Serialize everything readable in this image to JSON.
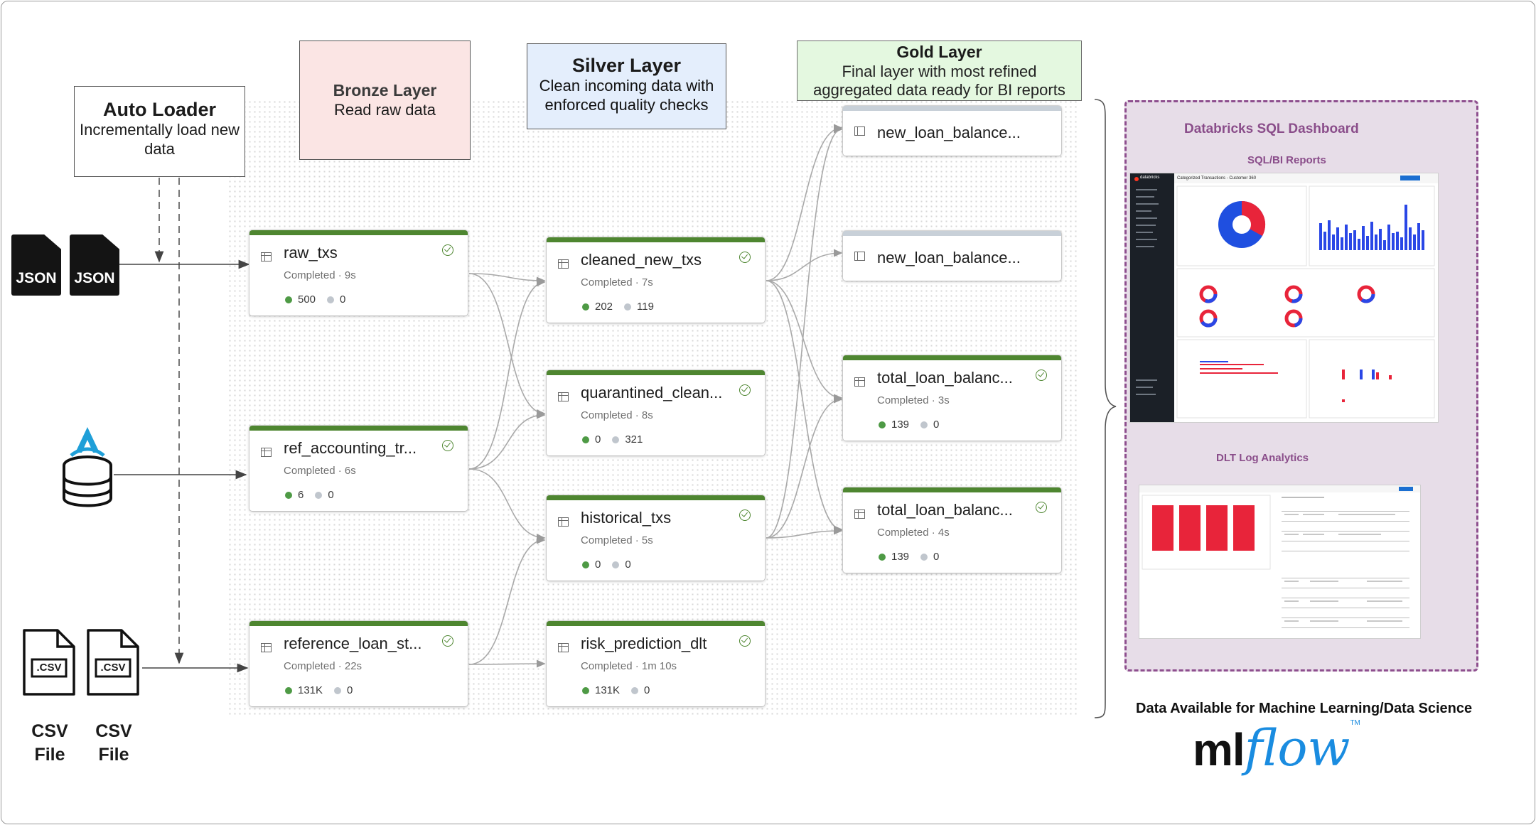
{
  "callouts": {
    "auto_loader": {
      "title": "Auto Loader",
      "subtitle": "Incrementally load new data"
    },
    "bronze": {
      "title": "Bronze Layer",
      "subtitle": "Read raw data"
    },
    "silver": {
      "title": "Silver Layer",
      "subtitle": "Clean incoming data with enforced quality checks"
    },
    "gold": {
      "title": "Gold Layer",
      "subtitle": "Final layer with most refined aggregated data ready for BI reports"
    }
  },
  "sources": {
    "json_label": "JSON",
    "csv_badge": ".CSV",
    "csv_label": "CSV File"
  },
  "nodes": {
    "raw_txs": {
      "name": "raw_txs",
      "status": "Completed · 9s",
      "passed": "500",
      "failed": "0"
    },
    "ref_accounting": {
      "name": "ref_accounting_tr...",
      "status": "Completed · 6s",
      "passed": "6",
      "failed": "0"
    },
    "reference_loan": {
      "name": "reference_loan_st...",
      "status": "Completed · 22s",
      "passed": "131K",
      "failed": "0"
    },
    "cleaned_new_txs": {
      "name": "cleaned_new_txs",
      "status": "Completed · 7s",
      "passed": "202",
      "failed": "119"
    },
    "quarantined": {
      "name": "quarantined_clean...",
      "status": "Completed · 8s",
      "passed": "0",
      "failed": "321"
    },
    "historical_txs": {
      "name": "historical_txs",
      "status": "Completed · 5s",
      "passed": "0",
      "failed": "0"
    },
    "risk_prediction": {
      "name": "risk_prediction_dlt",
      "status": "Completed · 1m 10s",
      "passed": "131K",
      "failed": "0"
    },
    "new_loan_1": {
      "name": "new_loan_balance..."
    },
    "new_loan_2": {
      "name": "new_loan_balance..."
    },
    "total_loan_1": {
      "name": "total_loan_balanc...",
      "status": "Completed · 3s",
      "passed": "139",
      "failed": "0"
    },
    "total_loan_2": {
      "name": "total_loan_balanc...",
      "status": "Completed · 4s",
      "passed": "139",
      "failed": "0"
    }
  },
  "dashboard": {
    "title": "Databricks SQL Dashboard",
    "reports_label": "SQL/BI Reports",
    "log_label": "DLT Log Analytics",
    "shot_app": "databricks",
    "shot_title": "Categorized Transactions - Customer 360"
  },
  "ml": {
    "caption": "Data Available for Machine Learning/Data Science",
    "logo_ml": "ml",
    "logo_flow": "flow",
    "logo_tm": "TM"
  },
  "colors": {
    "node_ok": "#4e8630",
    "bronze_bg": "#fbe5e4",
    "silver_bg": "#e4eefc",
    "gold_bg": "#e4f8e0",
    "dashboard_border": "#8e4f8e",
    "mlflow_blue": "#1a8ce0"
  }
}
